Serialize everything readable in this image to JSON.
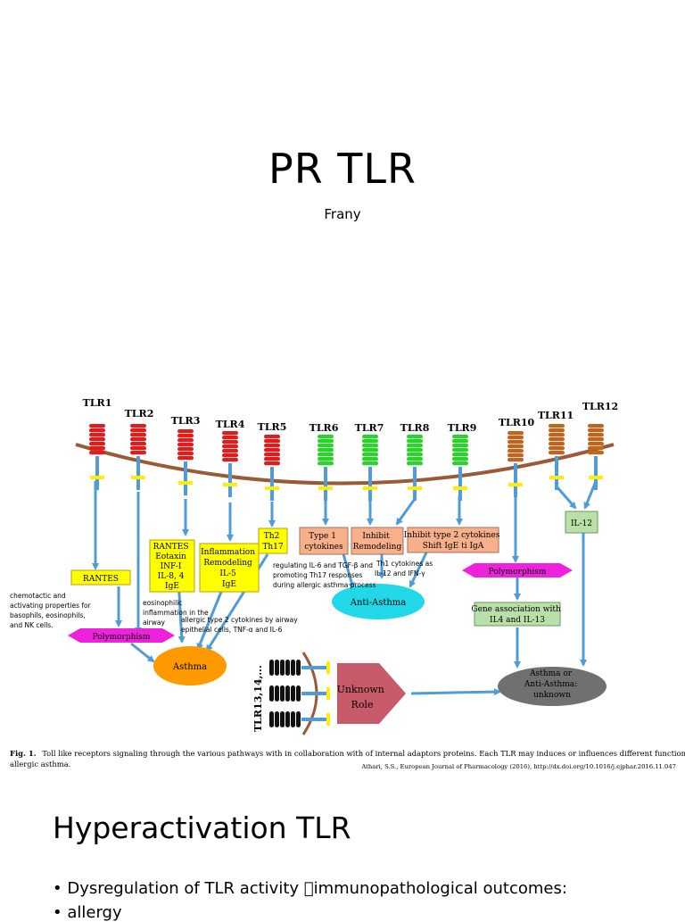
{
  "slide": {
    "title": "PR TLR",
    "author": "Frany"
  },
  "figure": {
    "receptors": [
      {
        "label": "TLR1",
        "color": "#e31b1b"
      },
      {
        "label": "TLR2",
        "color": "#e31b1b"
      },
      {
        "label": "TLR3",
        "color": "#e31b1b"
      },
      {
        "label": "TLR4",
        "color": "#e31b1b"
      },
      {
        "label": "TLR5",
        "color": "#e31b1b"
      },
      {
        "label": "TLR6",
        "color": "#28d428"
      },
      {
        "label": "TLR7",
        "color": "#28d428"
      },
      {
        "label": "TLR8",
        "color": "#28d428"
      },
      {
        "label": "TLR9",
        "color": "#28d428"
      },
      {
        "label": "TLR10",
        "color": "#c0641e"
      },
      {
        "label": "TLR11",
        "color": "#c0641e"
      },
      {
        "label": "TLR12",
        "color": "#c0641e"
      }
    ],
    "boxes": {
      "rantes": "RANTES",
      "tlr3_lines": [
        "RANTES",
        "Eotaxin",
        "INF-I",
        "IL-8, 4",
        "IgE"
      ],
      "tlr4_lines": [
        "Inflammation",
        "Remodeling",
        "IL-5",
        "IgE"
      ],
      "tlr5_lines": [
        "Th2",
        "Th17"
      ],
      "tlr6_lines": [
        "Type 1",
        "cytokines"
      ],
      "tlr7_lines": [
        "Inhibit",
        "Remodeling"
      ],
      "tlr89_lines": [
        "Inhibit type 2 cytokines",
        "Shift IgE ti IgA"
      ],
      "il12": "IL-12",
      "polymorphism_left": "Polymorphism",
      "polymorphism_right": "Polymorphism",
      "gene_lines": [
        "Gene association with",
        "IL4 and IL-13"
      ],
      "asthma": "Asthma",
      "anti_asthma": "Anti-Asthma",
      "outcome_lines": [
        "Asthma or",
        "Anti-Asthma:",
        "unknown"
      ],
      "unknown_lines": [
        "Unknown",
        "Role"
      ],
      "tlr13": "TLR13,14,..."
    },
    "annotations": {
      "chemotactic": [
        "chemotactic and",
        "activating properties for",
        "basophils, eosinophils,",
        "and NK cells."
      ],
      "eosinophilic": [
        "eosinophilic",
        "inflammation in the",
        "airway"
      ],
      "allergic": [
        "allergic type 2 cytokines by airway",
        "epithelial cells, TNF-α and IL-6"
      ],
      "regulating": [
        "regulating IL-6 and TGF-β and",
        "promoting Th17 responses",
        "during allergic asthma process"
      ],
      "th1": [
        "Th1 cytokines as",
        "IL-12 and IFN-γ"
      ]
    },
    "caption_label": "Fig. 1.",
    "caption_line1": "Toll like receptors signaling through the various pathways with in collaboration with of internal adaptors proteins. Each TLR may induces or influences different functions in",
    "caption_line2": "allergic asthma.",
    "citation": "Athari, S.S., European Journal of Pharmacology (2016), http://dx.doi.org/10.1016/j.ejphar.2016.11.047"
  },
  "section": {
    "heading": "Hyperactivation TLR",
    "bullets": [
      "• Dysregulation  of  TLR  activity  immunopathological outcomes:",
      "• allergy"
    ]
  }
}
